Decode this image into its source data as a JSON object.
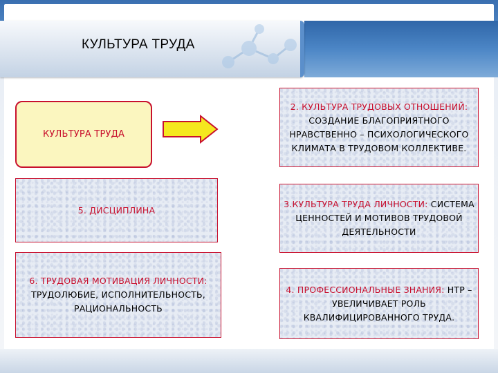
{
  "title": "КУЛЬТУРА ТРУДА",
  "main_box": {
    "label": "КУЛЬТУРА  ТРУДА"
  },
  "arrow_color": "#f5e81e",
  "accent_red": "#c8102e",
  "boxes": {
    "b2": {
      "heading": "2.  КУЛЬТУРА ТРУДОВЫХ ОТНОШЕНИЙ:",
      "body": "СОЗДАНИЕ БЛАГОПРИЯТНОГО  НРАВСТВЕННО – ПСИХОЛОГИЧЕСКОГО КЛИМАТА В ТРУДОВОМ  КОЛЛЕКТИВЕ."
    },
    "b3": {
      "heading": "3.КУЛЬТУРА  ТРУДА ЛИЧНОСТИ:",
      "body": "СИСТЕМА ЦЕННОСТЕЙ  И МОТИВОВ ТРУДОВОЙ ДЕЯТЕЛЬНОСТИ"
    },
    "b4": {
      "heading": "4. ПРОФЕССИОНАЛЬНЫЕ ЗНАНИЯ:",
      "body": "НТР – УВЕЛИЧИВАЕТ РОЛЬ КВАЛИФИЦИРОВАННОГО ТРУДА."
    },
    "b5": {
      "heading": "5. ДИСЦИПЛИНА"
    },
    "b6": {
      "heading": "6. ТРУДОВАЯ МОТИВАЦИЯ ЛИЧНОСТИ:",
      "body": "ТРУДОЛЮБИЕ, ИСПОЛНИТЕЛЬНОСТЬ, РАЦИОНАЛЬНОСТЬ"
    }
  }
}
